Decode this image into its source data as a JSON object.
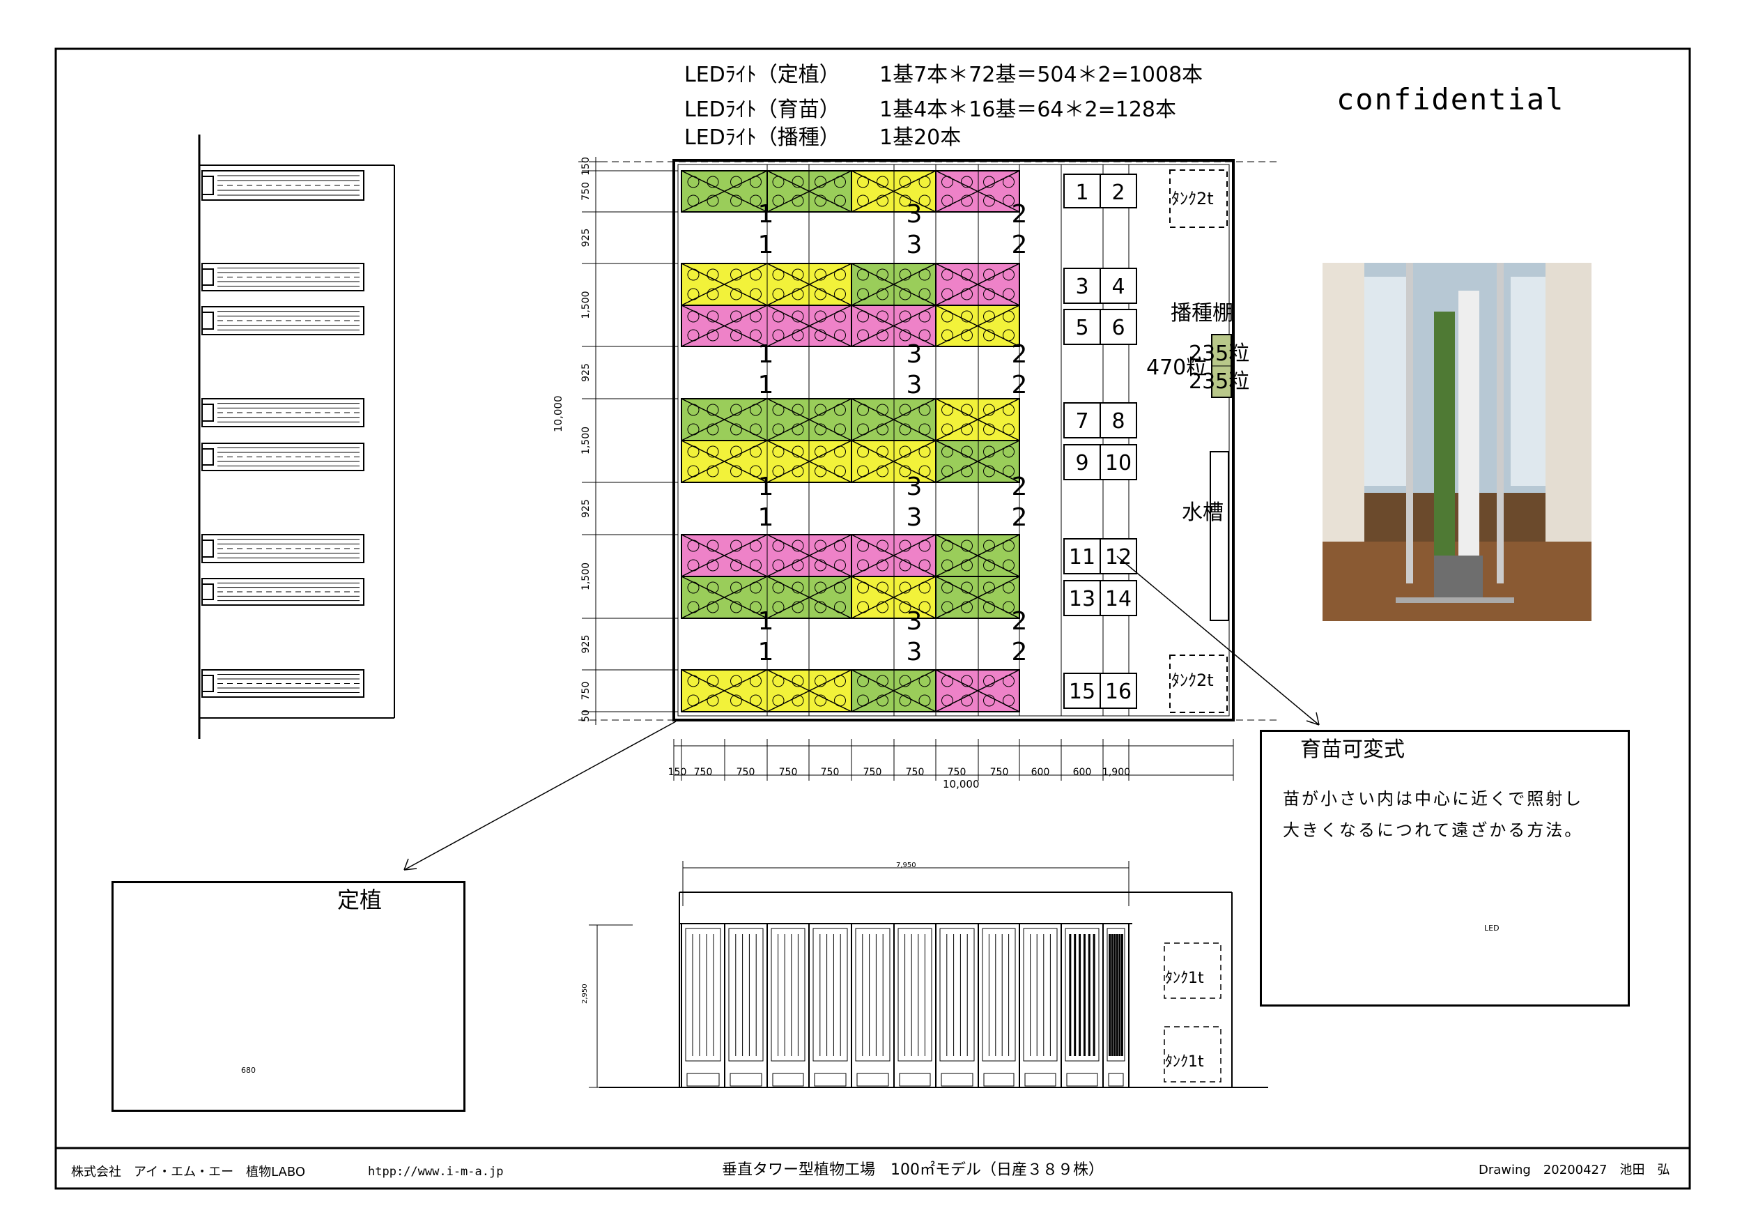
{
  "header": {
    "led_rows": [
      {
        "label": "LEDﾗｲﾄ（定植）",
        "value": "1基7本＊72基＝504＊2=1008本"
      },
      {
        "label": "LEDﾗｲﾄ（育苗）",
        "value": "1基4本＊16基＝64＊2=128本"
      },
      {
        "label": "LEDﾗｲﾄ（播種）",
        "value": "1基20本"
      }
    ],
    "confidential": "confidential"
  },
  "plan": {
    "dims_left": [
      "150",
      "750",
      "925",
      "1,500",
      "925",
      "1,500",
      "925",
      "1,500",
      "925",
      "750",
      "50"
    ],
    "dim_total_left": "10,000",
    "dims_bottom": [
      "150",
      "750",
      "750",
      "750",
      "750",
      "750",
      "750",
      "750",
      "750",
      "600",
      "600",
      "1,900"
    ],
    "dim_total_bottom": "10,000",
    "aisle_labels": [
      "1",
      "3",
      "2"
    ],
    "unit_numbers": [
      "1",
      "2",
      "3",
      "4",
      "5",
      "6",
      "7",
      "8",
      "9",
      "10",
      "11",
      "12",
      "13",
      "14",
      "15",
      "16"
    ],
    "tank_label": "ﾀﾝｸ2t",
    "seed_shelf": "播種棚",
    "seed_470": "470粒",
    "seed_235": "235粒",
    "water_tank": "水槽",
    "colors": {
      "green": "#9acd5a",
      "yellow": "#f2f23a",
      "pink": "#ee82c8"
    }
  },
  "elevation": {
    "dim_width": "7,950",
    "dim_height": "2,950",
    "tank_label": "ﾀﾝｸ1t"
  },
  "teishoku": {
    "title": "定植",
    "dim": "680"
  },
  "ikubyo": {
    "title": "育苗可変式",
    "line1": "苗が小さい内は中心に近くで照射し",
    "line2": "大きくなるにつれて遠ざかる方法。",
    "led_label": "LED"
  },
  "footer": {
    "company": "株式会社　アイ・エム・エー　植物LABO",
    "url": "htpp://www.i-m-a.jp",
    "title": "垂直タワー型植物工場　100㎡モデル（日産３８９株）",
    "drawing": "Drawing　20200427　池田　弘"
  }
}
